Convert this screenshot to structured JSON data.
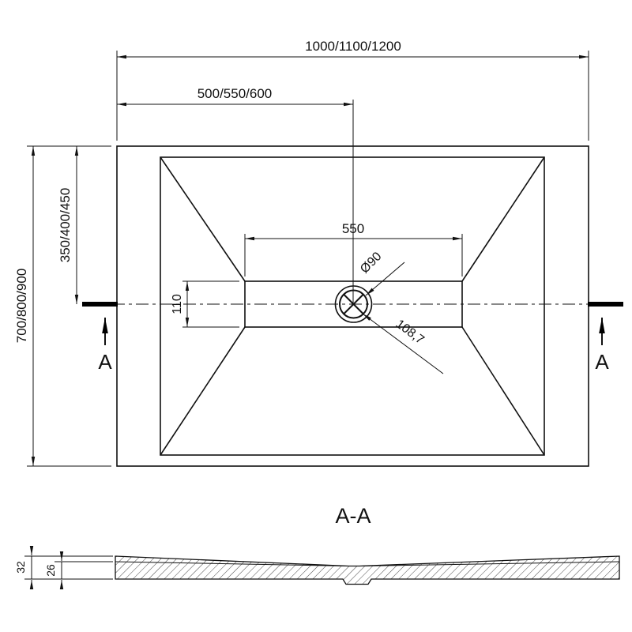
{
  "drawing": {
    "colors": {
      "line": "#111111",
      "background": "#ffffff"
    },
    "top_view": {
      "dims": {
        "overall_width": "1000/1100/1200",
        "half_width": "500/550/600",
        "overall_depth": "700/800/900",
        "half_depth": "350/400/450",
        "flat_width": "550",
        "flat_depth": "110",
        "drain_diameter": "Ø90",
        "drain_diagonal": "108,7"
      },
      "section_label_left": "A",
      "section_label_right": "A"
    },
    "section_view": {
      "title": "A-A",
      "dims": {
        "total_height": "32",
        "base_height": "26"
      }
    }
  }
}
